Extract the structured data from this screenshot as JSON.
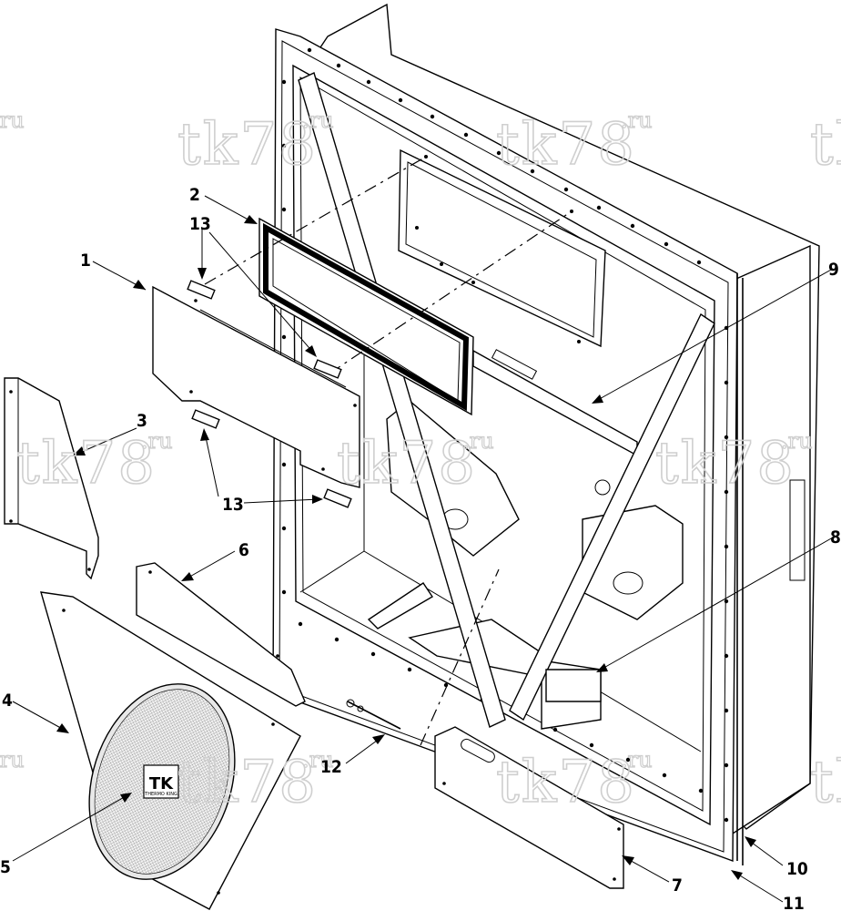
{
  "diagram": {
    "callouts": [
      {
        "id": "c1",
        "label": "1"
      },
      {
        "id": "c2",
        "label": "2"
      },
      {
        "id": "c3",
        "label": "3"
      },
      {
        "id": "c4",
        "label": "4"
      },
      {
        "id": "c5",
        "label": "5"
      },
      {
        "id": "c6",
        "label": "6"
      },
      {
        "id": "c7",
        "label": "7"
      },
      {
        "id": "c8",
        "label": "8"
      },
      {
        "id": "c9",
        "label": "9"
      },
      {
        "id": "c10",
        "label": "10"
      },
      {
        "id": "c11",
        "label": "11"
      },
      {
        "id": "c12",
        "label": "12"
      },
      {
        "id": "c13a",
        "label": "13"
      },
      {
        "id": "c13b",
        "label": "13"
      }
    ],
    "watermark": {
      "main": "tk78",
      "suffix": ".ru"
    },
    "logo": {
      "mark": "TK",
      "caption": "THERMO KING"
    }
  }
}
